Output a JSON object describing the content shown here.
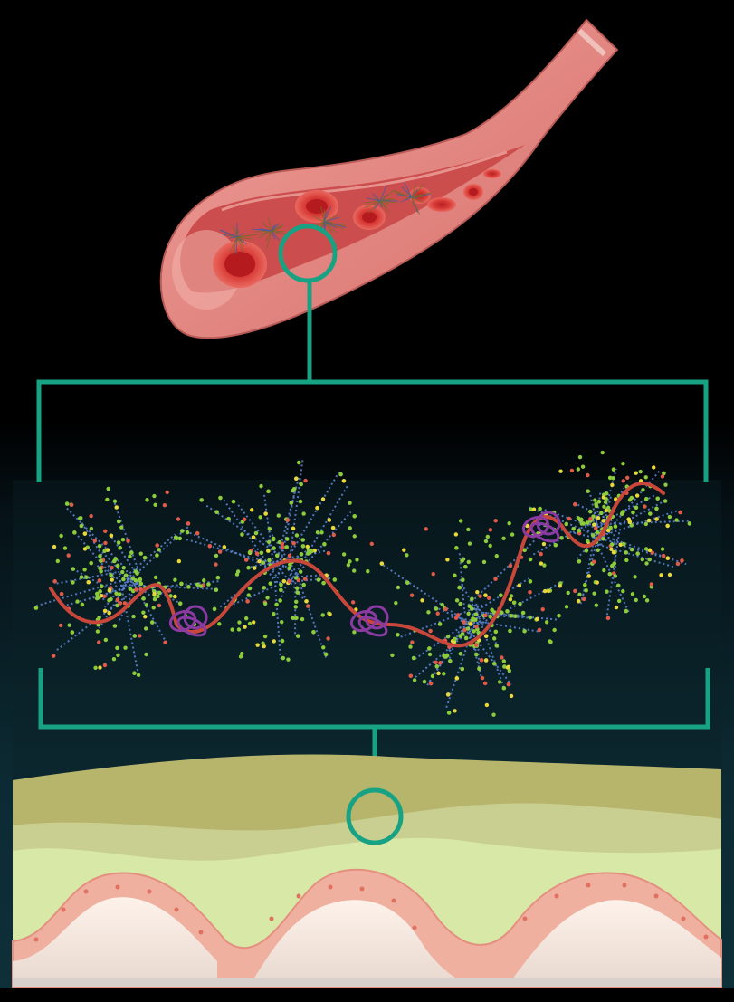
{
  "illustration": {
    "kind": "biomedical-illustration",
    "panels": [
      "blood-vessel",
      "magnified-mucin-polymer",
      "mucus-tissue-layers"
    ]
  },
  "colors": {
    "background": "#000000",
    "callout": "#17a383",
    "vessel_outer": "#e88880",
    "vessel_inner": "#c94a4a",
    "red_cell": "#d8322f",
    "backbone": "#c9463a",
    "fold": "#8a3aa0",
    "sugar_blue": "#5e86d6",
    "sugar_green": "#8ccc3a",
    "sugar_yellow": "#e8d83a",
    "sugar_red": "#e05a4a",
    "mucus_top": "#b7b46c",
    "mucus_mid": "#c9cf90",
    "mucus_light": "#d8e8a6",
    "epithelium": "#f0b0a0",
    "lumen": "#fdf2ea"
  },
  "icons": [
    "blood-vessel-icon",
    "red-blood-cell-icon",
    "mucin-polymer-icon",
    "epithelium-icon"
  ]
}
